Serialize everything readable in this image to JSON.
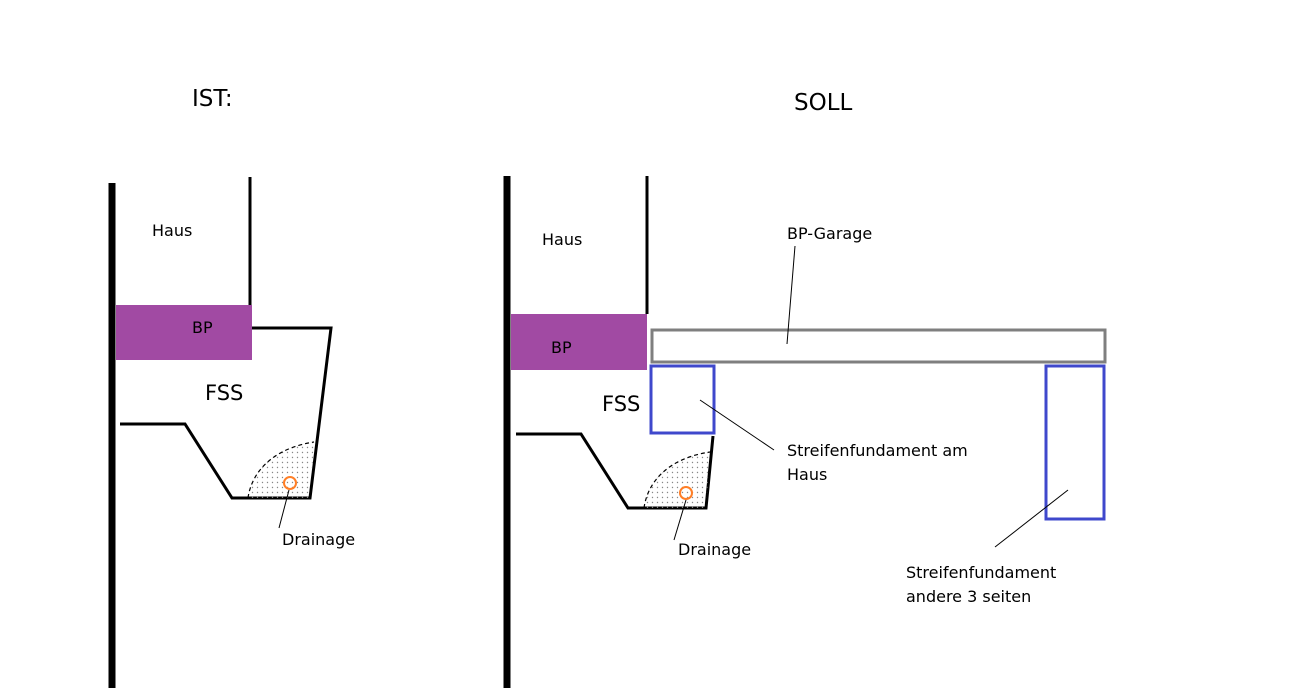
{
  "ist": {
    "title": "IST:",
    "haus": "Haus",
    "bp": "BP",
    "fss": "FSS",
    "drainage": "Drainage"
  },
  "soll": {
    "title": "SOLL",
    "haus": "Haus",
    "bp": "BP",
    "fss": "FSS",
    "drainage": "Drainage",
    "bp_garage": "BP-Garage",
    "streifen_haus_line1": "Streifenfundament am",
    "streifen_haus_line2": "Haus",
    "streifen_andere_line1": "Streifenfundament",
    "streifen_andere_line2": "andere 3 seiten"
  },
  "colors": {
    "bp_fill": "#a14aa3",
    "foundation_stroke": "#3f48cc",
    "garage_stroke": "#7f7f7f",
    "drain_stroke": "#ff7f27",
    "line": "#000000"
  }
}
